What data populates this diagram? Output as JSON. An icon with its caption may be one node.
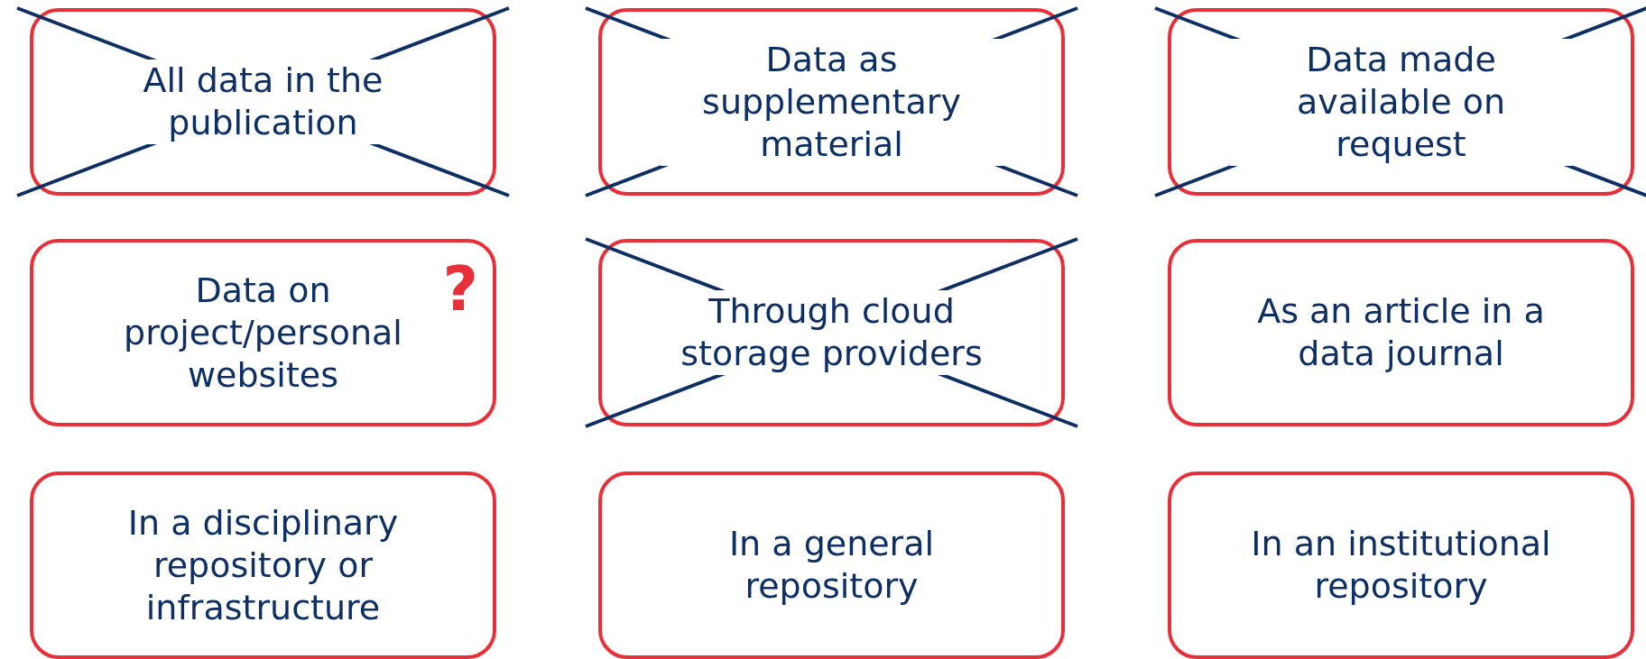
{
  "diagram": {
    "nodes": [
      {
        "text": [
          "All data in the publication"
        ]
      },
      {
        "text": [
          "Data as supplementary material"
        ]
      },
      {
        "text": [
          "Data made available on request"
        ]
      },
      {
        "text": [
          "Data on project/personal websites",
          "?"
        ]
      },
      {
        "text": [
          "Through cloud storage providers"
        ]
      },
      {
        "text": [
          "As an article in a data journal"
        ]
      },
      {
        "text": [
          "In a disciplinary repository or infrastructure"
        ]
      },
      {
        "text": [
          "In a general repository"
        ]
      },
      {
        "text": [
          "In an institutional repository"
        ]
      },
      {
        "text": [],
        "shape": "cross"
      },
      {
        "text": [],
        "shape": "cross"
      },
      {
        "text": [],
        "shape": "cross"
      },
      {
        "text": [],
        "shape": "cross"
      }
    ]
  }
}
